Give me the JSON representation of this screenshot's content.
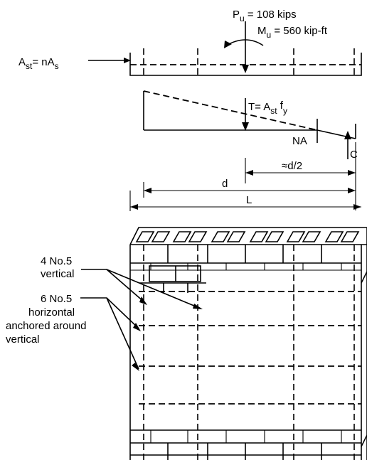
{
  "labels": {
    "pu_main": "P",
    "pu_sub": "u",
    "pu_rest": " = 108 kips",
    "mu_main": "M",
    "mu_sub": "u",
    "mu_rest": " = 560 kip-ft",
    "ast_a": "A",
    "ast_sub1": "st",
    "ast_mid": "= nA",
    "ast_sub2": "s",
    "t_main": "T= A",
    "t_sub1": "st",
    "t_f": " f",
    "t_sub2": "y",
    "na": "NA",
    "c": "C",
    "d_half": "≈d/2",
    "d": "d",
    "l": "L",
    "vert_line1": "4 No.5",
    "vert_line2": "vertical",
    "horiz_line1": "6 No.5",
    "horiz_line2": "horizontal",
    "horiz_line3": "anchored around",
    "horiz_line4": "vertical"
  }
}
